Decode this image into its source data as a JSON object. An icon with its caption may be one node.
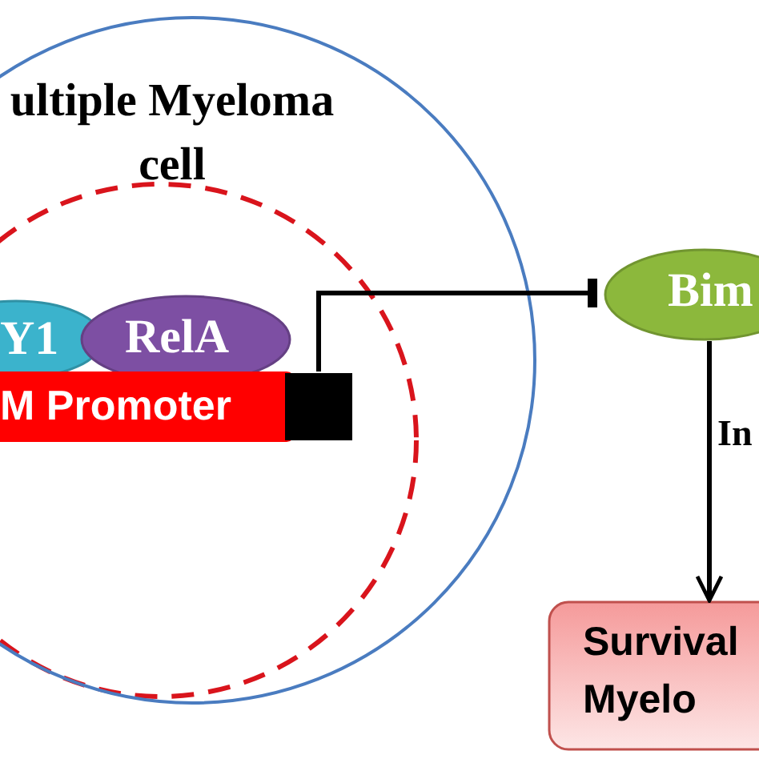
{
  "diagram": {
    "nodes": [
      {
        "text": [
          "ultiple Myeloma cell"
        ]
      },
      {
        "text": [
          "Y1"
        ],
        "in": 0
      },
      {
        "text": [
          "RelA"
        ],
        "in": 0
      },
      {
        "text": [
          "M Promoter"
        ],
        "in": 0
      },
      {
        "text": [
          "Bim"
        ]
      },
      {
        "text": [
          "Survival Myelo"
        ]
      }
    ],
    "edges": [
      {
        "from": 3,
        "to": 4,
        "arrow": "other"
      },
      {
        "from": 4,
        "to": 5,
        "arrow": "to",
        "label": "In"
      }
    ]
  }
}
